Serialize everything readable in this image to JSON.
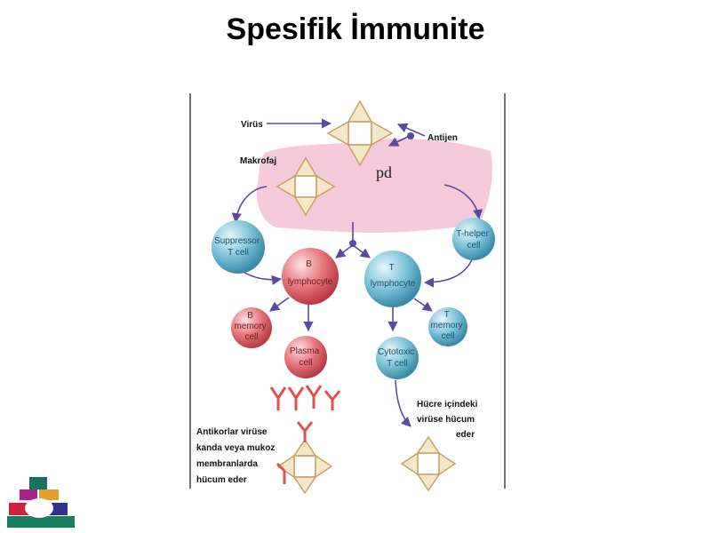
{
  "title": "Spesifik İmmunite",
  "labels": {
    "virus": "Virüs",
    "antigen": "Antijen",
    "macrophage": "Makrofaj",
    "pd": "pd",
    "antibody_text": [
      "Antikorlar virüse",
      "kanda veya mukoz",
      "membranlarda",
      "hücum eder"
    ],
    "cell_text": [
      "Hücre içindeki",
      "virüse hücum",
      "eder"
    ]
  },
  "cells": {
    "suppressor": [
      "Suppressor",
      "T cell"
    ],
    "thelper": [
      "T-helper",
      "cell"
    ],
    "blymph": [
      "B",
      "lymphocyte"
    ],
    "tlymph": [
      "T",
      "lymphocyte"
    ],
    "bmemory": [
      "B",
      "memory",
      "cell"
    ],
    "tmemory": [
      "T",
      "memory",
      "cell"
    ],
    "plasma": [
      "Plasma",
      "cell"
    ],
    "cytotoxic": [
      "Cytotoxic",
      "T cell"
    ]
  },
  "colors": {
    "blue_cell": "#6fb8d0",
    "red_cell": "#e06a70",
    "arrow": "#5a4aa0",
    "macrophage": "#f4c6d8",
    "antibody": "#e05050",
    "virus_fill": "#f5e8c8",
    "virus_stroke": "#c8a060"
  }
}
